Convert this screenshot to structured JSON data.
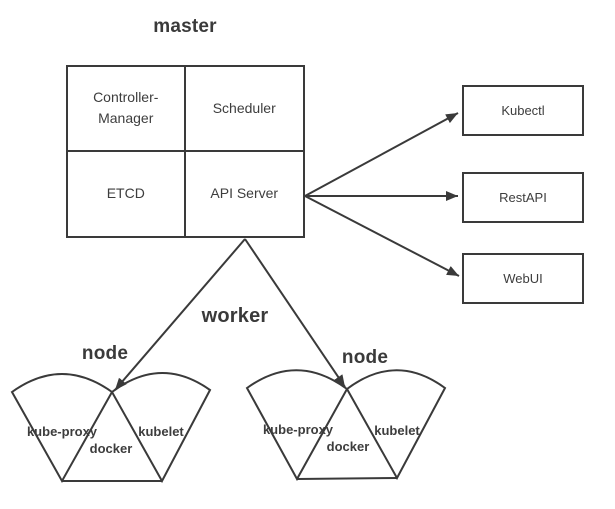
{
  "colors": {
    "stroke": "#3a3a3a",
    "text": "#3d3d3d"
  },
  "master": {
    "title": "master",
    "cells": [
      {
        "label": "Controller-Manager"
      },
      {
        "label": "Scheduler"
      },
      {
        "label": "ETCD"
      },
      {
        "label": "API Server"
      }
    ]
  },
  "worker": {
    "title": "worker"
  },
  "clients": [
    {
      "label": "Kubectl"
    },
    {
      "label": "RestAPI"
    },
    {
      "label": "WebUI"
    }
  ],
  "nodes": [
    {
      "title": "node",
      "kube_proxy": "kube-proxy",
      "docker": "docker",
      "kubelet": "kubelet"
    },
    {
      "title": "node",
      "kube_proxy": "kube-proxy",
      "docker": "docker",
      "kubelet": "kubelet"
    }
  ]
}
